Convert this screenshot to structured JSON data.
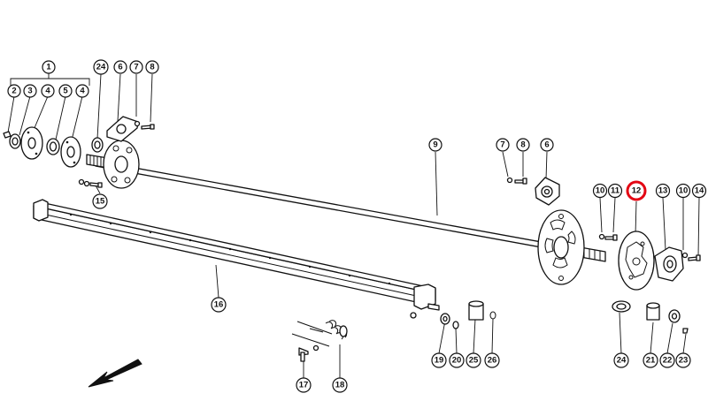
{
  "diagram": {
    "highlight_color": "#e30613",
    "callouts": {
      "c1": "1",
      "c2": "2",
      "c3": "3",
      "c4a": "4",
      "c5": "5",
      "c4b": "4",
      "c24a": "24",
      "c6a": "6",
      "c7a": "7",
      "c8a": "8",
      "c15": "15",
      "c9": "9",
      "c7b": "7",
      "c8b": "8",
      "c6b": "6",
      "c10a": "10",
      "c11": "11",
      "c12": "12",
      "c13": "13",
      "c10b": "10",
      "c14": "14",
      "c16": "16",
      "c19": "19",
      "c20": "20",
      "c25": "25",
      "c26": "26",
      "c17": "17",
      "c18": "18",
      "c24b": "24",
      "c21": "21",
      "c22": "22",
      "c23": "23"
    }
  }
}
